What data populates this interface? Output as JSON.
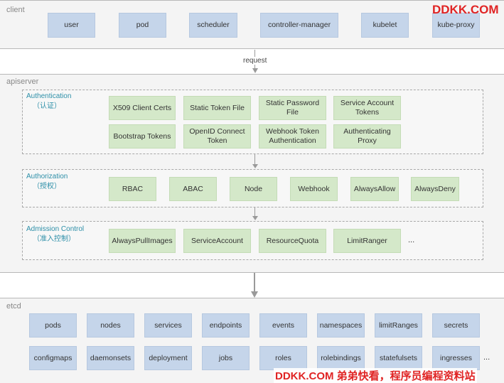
{
  "client": {
    "label": "client",
    "items": [
      "user",
      "pod",
      "scheduler",
      "controller-manager",
      "kubelet",
      "kube-proxy"
    ]
  },
  "request_label": "request",
  "apiserver": {
    "label": "apiserver",
    "authentication": {
      "title": "Authentication",
      "subtitle": "（认证）",
      "items": [
        "X509 Client Certs",
        "Static Token File",
        "Static Password File",
        "Service Account Tokens",
        "Bootstrap Tokens",
        "OpenID Connect Token",
        "Webhook Token Authentication",
        "Authenticating Proxy"
      ]
    },
    "authorization": {
      "title": "Authorization",
      "subtitle": "（授权）",
      "items": [
        "RBAC",
        "ABAC",
        "Node",
        "Webhook",
        "AlwaysAllow",
        "AlwaysDeny"
      ]
    },
    "admission": {
      "title": "Admission Control",
      "subtitle": "（准入控制）",
      "items": [
        "AlwaysPullImages",
        "ServiceAccount",
        "ResourceQuota",
        "LimitRanger"
      ],
      "more": "..."
    }
  },
  "etcd": {
    "label": "etcd",
    "row1": [
      "pods",
      "nodes",
      "services",
      "endpoints",
      "events",
      "namespaces",
      "limitRanges",
      "secrets"
    ],
    "row2": [
      "configmaps",
      "daemonsets",
      "deployment",
      "jobs",
      "roles",
      "rolebindings",
      "statefulsets",
      "ingresses"
    ],
    "more": "..."
  },
  "watermark_top": "DDKK.COM",
  "watermark_bottom": "DDKK.COM 弟弟快看，程序员编程资料站",
  "colors": {
    "client_box": "#c5d5ea",
    "api_box": "#d4e8c9",
    "group_label": "#2d8fa8",
    "watermark": "#e02424"
  }
}
